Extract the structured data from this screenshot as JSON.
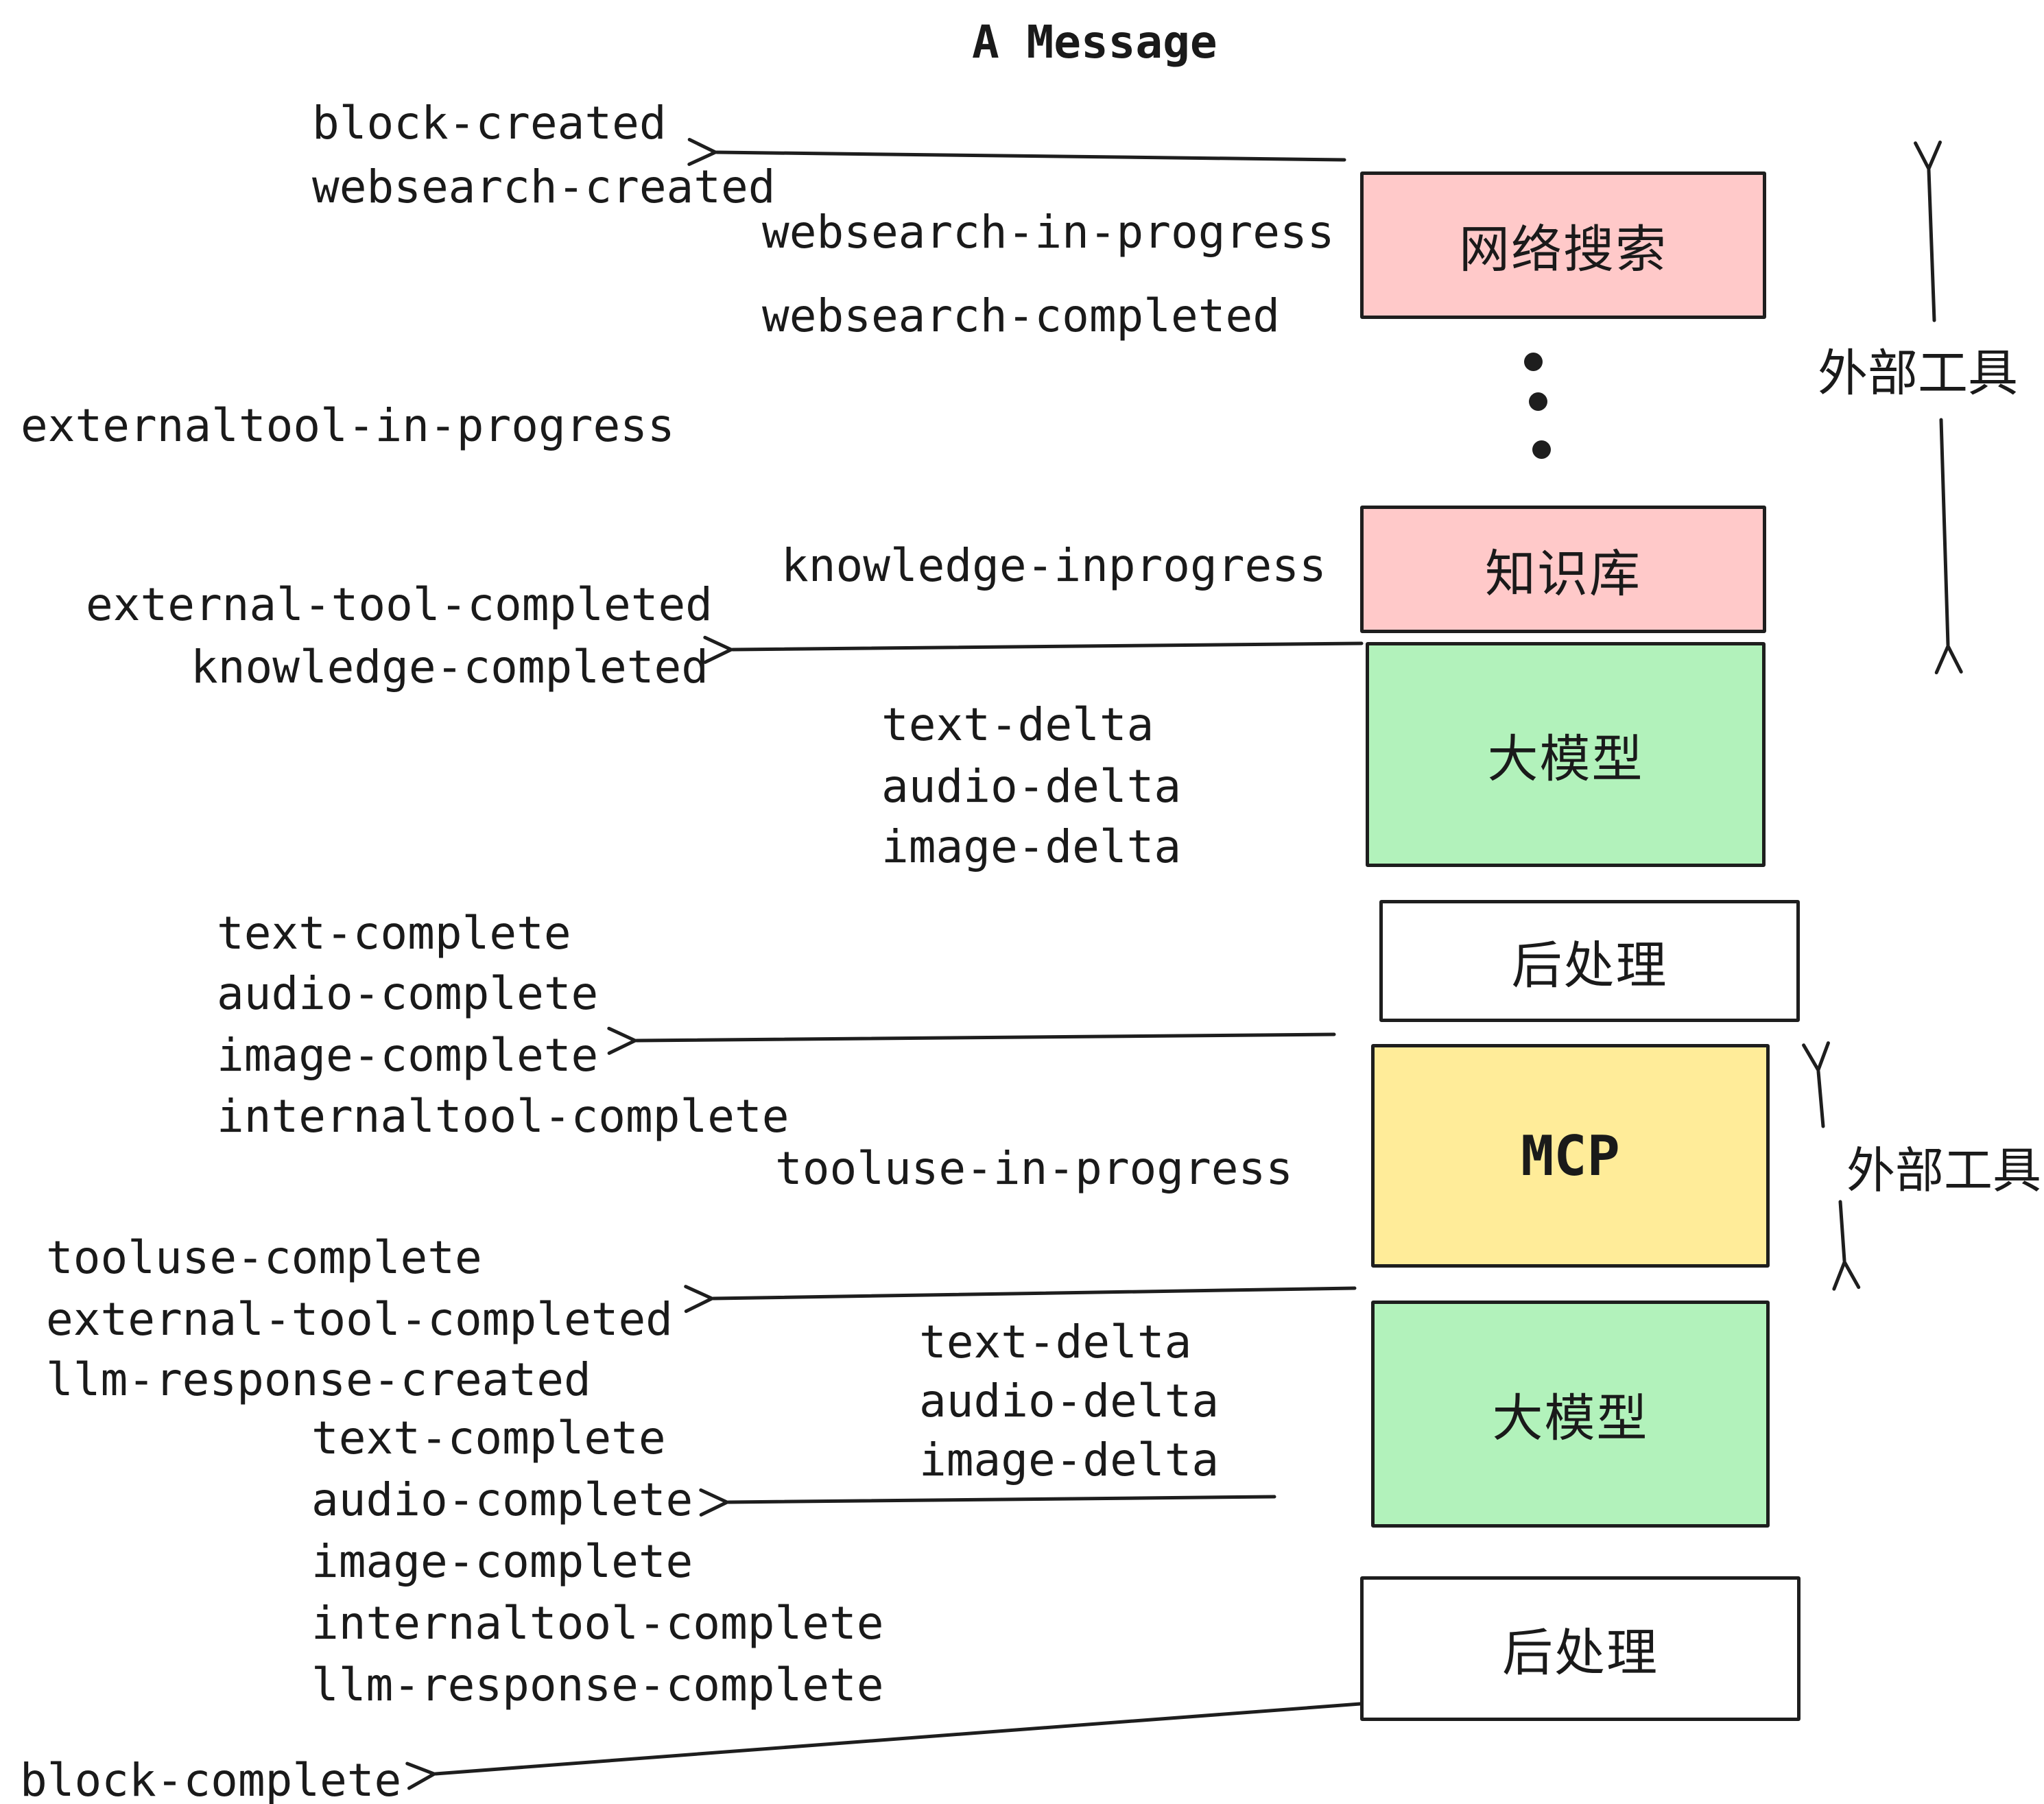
{
  "title": "A Message",
  "colors": {
    "line": "#1e1e1e",
    "text": "#1a1a1a",
    "pink": "#ffc9c9",
    "green": "#b2f2bb",
    "yellow": "#ffec99",
    "white": "#ffffff"
  },
  "boxes": {
    "websearch": {
      "label": "网络搜索",
      "fill": "#ffc9c9"
    },
    "knowledge": {
      "label": "知识库",
      "fill": "#ffc9c9"
    },
    "llm1": {
      "label": "大模型",
      "fill": "#b2f2bb"
    },
    "post1": {
      "label": "后处理",
      "fill": "#ffffff"
    },
    "mcp": {
      "label": "MCP",
      "fill": "#ffec99"
    },
    "llm2": {
      "label": "大模型",
      "fill": "#b2f2bb"
    },
    "post2": {
      "label": "后处理",
      "fill": "#ffffff"
    }
  },
  "events": {
    "block_created": "block-created",
    "websearch_created": "websearch-created",
    "websearch_in_progress": "websearch-in-progress",
    "websearch_completed": "websearch-completed",
    "externaltool_in_progress": "externaltool-in-progress",
    "knowledge_inprogress": "knowledge-inprogress",
    "external_tool_completed_1": "external-tool-completed",
    "knowledge_completed": "knowledge-completed",
    "text_delta_1": "text-delta",
    "audio_delta_1": "audio-delta",
    "image_delta_1": "image-delta",
    "text_complete_1": "text-complete",
    "audio_complete_1": "audio-complete",
    "image_complete_1": "image-complete",
    "internaltool_complete_1": "internaltool-complete",
    "tooluse_in_progress": "tooluse-in-progress",
    "tooluse_complete": "tooluse-complete",
    "external_tool_completed_2": "external-tool-completed",
    "llm_response_created": "llm-response-created",
    "text_delta_2": "text-delta",
    "audio_delta_2": "audio-delta",
    "image_delta_2": "image-delta",
    "text_complete_2": "text-complete",
    "audio_complete_2": "audio-complete",
    "image_complete_2": "image-complete",
    "internaltool_complete_2": "internaltool-complete",
    "llm_response_complete": "llm-response-complete",
    "block_complete": "block-complete"
  },
  "annotations": {
    "external_tools_top": "外部工具",
    "external_tools_mcp": "外部工具"
  }
}
